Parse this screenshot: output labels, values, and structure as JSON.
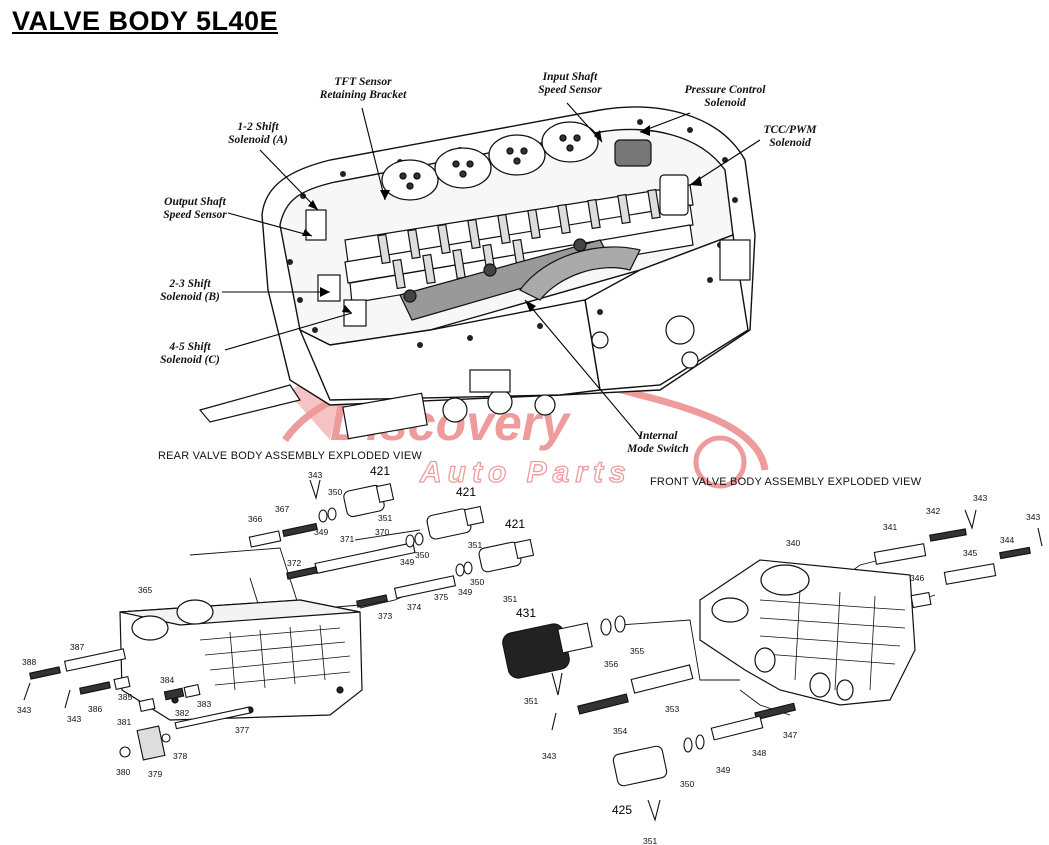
{
  "title": "VALVE BODY 5L40E",
  "watermark": {
    "line1": "Discovery",
    "line2": "Auto Parts",
    "color": "#e04a4a"
  },
  "callouts": {
    "tft_bracket": "TFT Sensor\nRetaining Bracket",
    "input_shaft": "Input Shaft\nSpeed Sensor",
    "pressure_control": "Pressure Control\nSolenoid",
    "shift_12": "1-2 Shift\nSolenoid (A)",
    "tcc_pwm": "TCC/PWM\nSolenoid",
    "output_shaft": "Output Shaft\nSpeed Sensor",
    "shift_23": "2-3 Shift\nSolenoid (B)",
    "shift_45": "4-5 Shift\nSolenoid (C)",
    "internal_mode": "Internal\nMode Switch"
  },
  "sections": {
    "rear": "REAR VALVE BODY ASSEMBLY EXPLODED VIEW",
    "front": "FRONT VALVE BODY ASSEMBLY EXPLODED VIEW"
  },
  "part_numbers": {
    "rear": {
      "p343a": "343",
      "p350a": "350",
      "p421a": "421",
      "p367": "367",
      "p366": "366",
      "p349a": "349",
      "p351a": "351",
      "p370": "370",
      "p371": "371",
      "p421b": "421",
      "p350b": "350",
      "p351b": "351",
      "p349b": "349",
      "p421c": "421",
      "p372": "372",
      "p350c": "350",
      "p349c": "349",
      "p375": "375",
      "p351c": "351",
      "p374": "374",
      "p373": "373",
      "p365": "365",
      "p387": "387",
      "p388": "388",
      "p384": "384",
      "p385": "385",
      "p343b": "343",
      "p343c": "343",
      "p386": "386",
      "p382": "382",
      "p383": "383",
      "p381": "381",
      "p377": "377",
      "p378": "378",
      "p380": "380",
      "p379": "379"
    },
    "front": {
      "p343d": "343",
      "p342": "342",
      "p341": "341",
      "p343e": "343",
      "p340": "340",
      "p344": "344",
      "p345": "345",
      "p346": "346",
      "p431": "431",
      "p356": "356",
      "p355": "355",
      "p351d": "351",
      "p353": "353",
      "p354": "354",
      "p343f": "343",
      "p347": "347",
      "p348": "348",
      "p349d": "349",
      "p350d": "350",
      "p425": "425",
      "p351e": "351"
    }
  }
}
